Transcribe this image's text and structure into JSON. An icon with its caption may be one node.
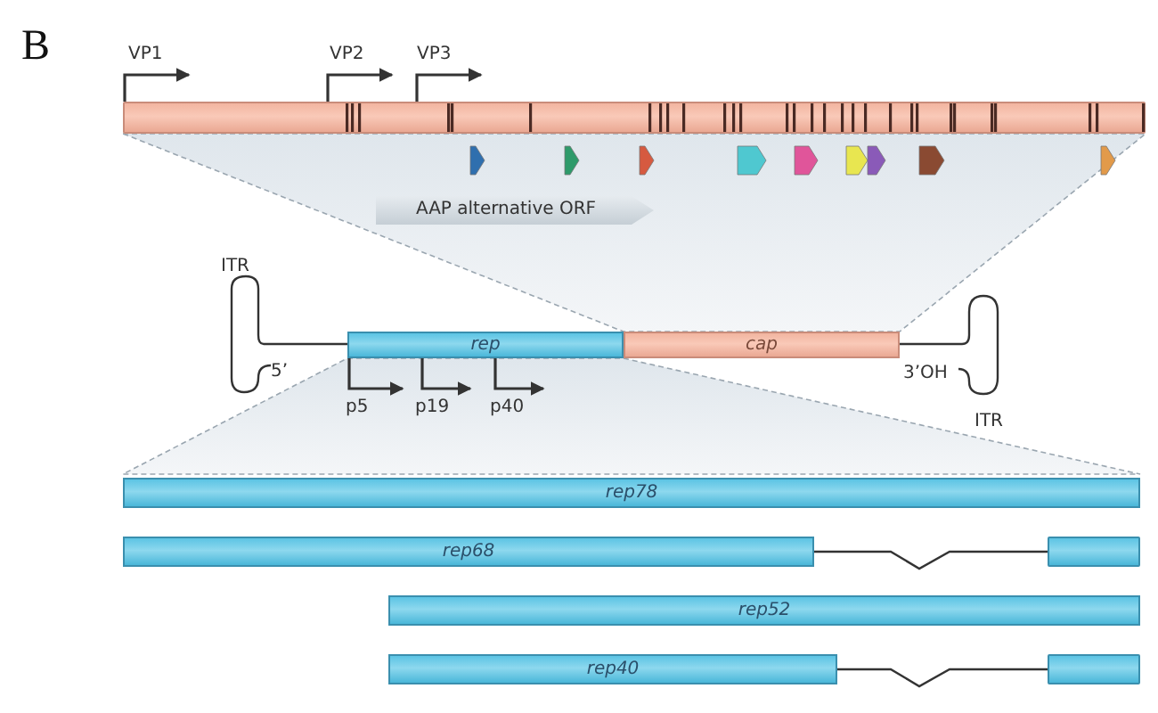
{
  "diagram": {
    "nodes": [
      {
        "text": [],
        "shape": "bar"
      },
      {
        "text": [
          "AAP alternative ORF"
        ]
      },
      {
        "text": [
          "rep"
        ]
      },
      {
        "text": [
          "cap"
        ]
      },
      {
        "text": [
          "rep78"
        ]
      },
      {
        "text": [
          "rep68"
        ]
      },
      {
        "text": [],
        "shape": "bar"
      },
      {
        "text": [
          "rep52"
        ]
      },
      {
        "text": [
          "rep40"
        ]
      },
      {
        "text": [],
        "shape": "bar"
      }
    ],
    "edges": [
      {
        "from": 5,
        "to": 6,
        "arrow": "none"
      },
      {
        "from": 8,
        "to": 9,
        "arrow": "none"
      }
    ],
    "labels": [
      "B",
      "VP1",
      "VP2",
      "VP3",
      "ITR",
      "5’",
      "3’OH",
      "ITR",
      "p5",
      "p19",
      "p40"
    ]
  }
}
